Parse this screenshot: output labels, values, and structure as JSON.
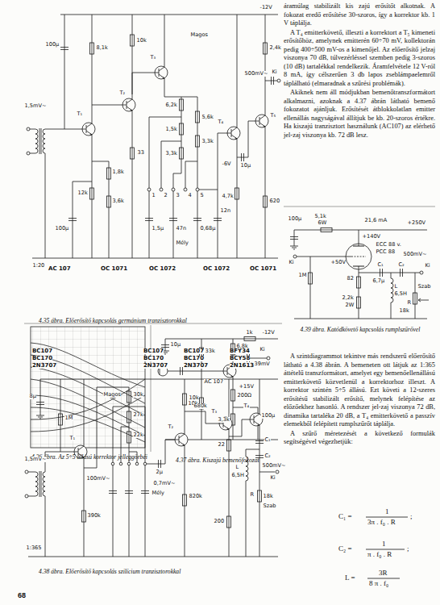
{
  "diagram": {
    "labels": [
      "áramúlag stabilizált kis zajú erősítőt alkotnak. A fokozat eredő erősítése 30-szoros, így a korrektor kb. 1 V táplálja.",
      "A T₄ emitterkövető, illeszti a korrektort a T₅ kimeneti erősítőhöz, amelynek emitterén 60÷70 mV, kollektorán pedig 400÷500 mV-os a kimenőjel. Az előerősítő jelzaj viszonya 70 dB, túlvezérléssel szemben pedig 3-szoros (10 dB) tartalékkal rendelkezik. Áramfelvétele 12 V-ról 8 mA, így célszerűen 3 db lapos zseblámpaelemről táplálható (elmaradnak a szűrési problémák).",
      "Akiknek nem áll módjukban bemenőtranszformátort alkalmazni, azoknak a 4.37 ábrán látható bemenő fokozatot ajánljuk. Erősítését átblokkolatlan emitter ellenállás nagyságával állítjuk be kb. 20-szoros értékre. Ha kiszajú tranzisztort használunk (AC107) az elérhető jel-zaj viszonya kb. 72 dB lesz.",
      "A szintdiagrammot tekintve más rendszerű előerősítő látható a 4.38 ábrán. A bemeneten ott látjuk az 1:365 áttételű transzformátort, amelyet egy bemenőellenállású emitterkövető közvetlenül a korrektorhoz illeszt. A korrektor szintén 5÷5 állású. Ezt követi a 12-szeres erősítésű stabilizált erősítő, melynek felépítése az előzőekhez hasonló. A rendszer jel-zaj viszonya 72 dB, dinamika tartaléka 20 dB, a T₄ emitterkövető a passzív elemekből felépített rumplszűrőt táplálja.",
      "A szűrő méretezését a következő formulák segítségével végezhetjük:",
      "C₁ =",
      "1",
      "3π . f₀ . R",
      ";",
      "C₂ =",
      "1",
      "π . f₀ . R",
      ";",
      "L =",
      "3R",
      "8 π . f₀",
      "4.35 ábra. Előerősítő kapcsolás germánium tranzisztorokkal",
      "4.36 ábra. Az 5÷5 állású korrektor jelleggörbéi",
      "4.37 ábra. Kiszajú bemenőfokozat",
      "4.39 ábra. Katódkövető kapcsolás rumplszűrővel",
      "4.38 ábra. Előerősítő kapcsolás szilícium tranzisztorokkal",
      "68",
      "100µ",
      "8,1k",
      "10k",
      "-12V",
      "Magos",
      "2,4k",
      "1,5mV~",
      "T₁",
      "T₂",
      "T₃",
      "T₄",
      "T₅",
      "33",
      "6,2k",
      "1,5k",
      "3,3k",
      "5,6k",
      "3,3k",
      "1",
      "2",
      "3",
      "4",
      "5",
      "1,5µ",
      "47n",
      "0,68µ",
      "Mély",
      "1,8k",
      "3,6k",
      "12k",
      "100µ",
      "-6V",
      "10µ",
      "4,7k",
      "12n",
      "620",
      "Ki",
      "500mV~",
      "1:20",
      "AC 107",
      "OC 1071",
      "OC 1072",
      "OC 1072",
      "OC 1071",
      "10µ",
      "33k",
      "6,8k",
      "1k",
      "-12V",
      "AC 107",
      "Ki",
      "39mV",
      "10k",
      "200Ω",
      "3,3k",
      "100µ",
      "100µ",
      "5,1k",
      "6W",
      "21,6 mA",
      "+250V",
      "+140V",
      "Ki",
      "ECC 88 v.",
      "PCC 88",
      "1M",
      "+50V",
      "C₁",
      "6,7µ",
      "C₂",
      "500mV~",
      "Ki",
      "L",
      "6,5H",
      "82",
      "2,2k",
      "2W",
      "Szab",
      "R",
      "18k",
      "BC107",
      "BC170",
      "2N3707",
      "BC107",
      "BC170",
      "2N3707",
      "BC107",
      "BC170",
      "2N3707",
      "BFY34",
      "BCY58",
      "2N1613",
      "Magos",
      "30k",
      "27k",
      "22k",
      "Mély",
      "1,5mV~",
      "100mV~",
      "1M",
      "8µ",
      "T₁",
      "390k",
      "10k",
      "680k",
      "T₂",
      "T₃",
      "T₄",
      "+15V",
      "2µ",
      "820k",
      "22",
      "200",
      "0,7mV~",
      "1:365",
      "C₁",
      "C₂",
      "500mV~",
      "Ki",
      "L",
      "6,5H",
      "R",
      "18k",
      "Szab"
    ]
  }
}
